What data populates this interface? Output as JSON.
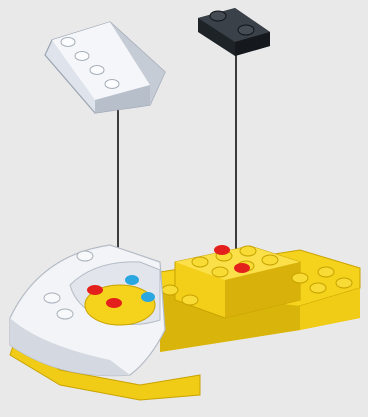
{
  "illustration": {
    "kind": "building-instruction-step",
    "background_color": "#e9e9e9",
    "colors": {
      "white_brick": "#f2f4f7",
      "white_brick_shade": "#bfc6d0",
      "black_brick": "#2a3035",
      "yellow_brick": "#f5d21c",
      "yellow_brick_shade": "#c9a300",
      "marker_red": "#e3201b",
      "marker_blue": "#2aa7e0",
      "guide_line": "#111111"
    },
    "parts": [
      {
        "name": "white-curved-slope-plate",
        "color": "white"
      },
      {
        "name": "black-1x2-plate",
        "color": "black"
      }
    ],
    "markers": {
      "red_count": 4,
      "blue_count": 2
    }
  }
}
